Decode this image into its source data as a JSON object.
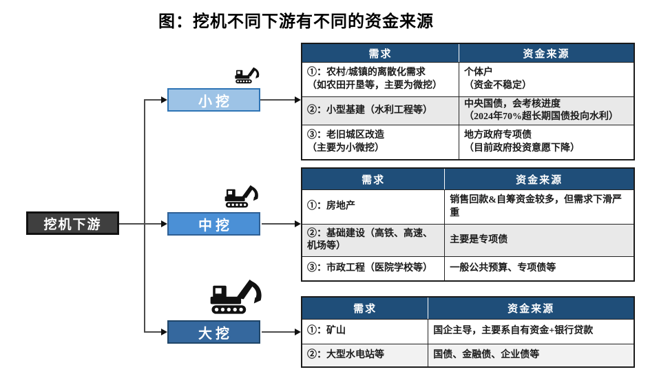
{
  "title": "图：挖机不同下游有不同的资金来源",
  "root": {
    "label": "挖机下游"
  },
  "colors": {
    "header_bg": "#1F4E79",
    "root_fill": "#3F3F3F",
    "small_fill": "#9DC3E6",
    "small_border": "#2E74B5",
    "mid_fill": "#4B90D6",
    "mid_border": "#2E5F94",
    "large_fill": "#35689E",
    "large_border": "#1F4568",
    "shaded_row": "#E9E9E9"
  },
  "branches": [
    {
      "label": "小挖",
      "icon": "excavator-small-icon",
      "table": {
        "headers": [
          "需求",
          "资金来源"
        ],
        "rows": [
          {
            "demand": "①：农村/城镇的离散化需求\n（如农田开垦等，主要为微挖）",
            "source": "个体户\n（资金不稳定）"
          },
          {
            "demand": "②：小型基建（水利工程等）",
            "source": "中央国债，会考核进度\n（2024年70%超长期国债投向水利）"
          },
          {
            "demand": "③：老旧城区改造\n（主要为小微挖）",
            "source": "地方政府专项债\n（目前政府投资意愿下降）"
          }
        ]
      }
    },
    {
      "label": "中挖",
      "icon": "excavator-medium-icon",
      "table": {
        "headers": [
          "需求",
          "资金来源"
        ],
        "rows": [
          {
            "demand": "①：房地产",
            "source": "销售回款&自筹资金较多，但需求下滑严重"
          },
          {
            "demand": "②：基础建设（高铁、高速、机场等）",
            "source": "主要是专项债"
          },
          {
            "demand": "③：市政工程（医院学校等）",
            "source": "一般公共预算、专项债等"
          }
        ]
      }
    },
    {
      "label": "大挖",
      "icon": "excavator-large-icon",
      "table": {
        "headers": [
          "需求",
          "资金来源"
        ],
        "rows": [
          {
            "demand": "①：矿山",
            "source": "国企主导，主要系自有资金+银行贷款"
          },
          {
            "demand": "②：大型水电站等",
            "source": "国债、金融债、企业债等"
          }
        ]
      }
    }
  ]
}
